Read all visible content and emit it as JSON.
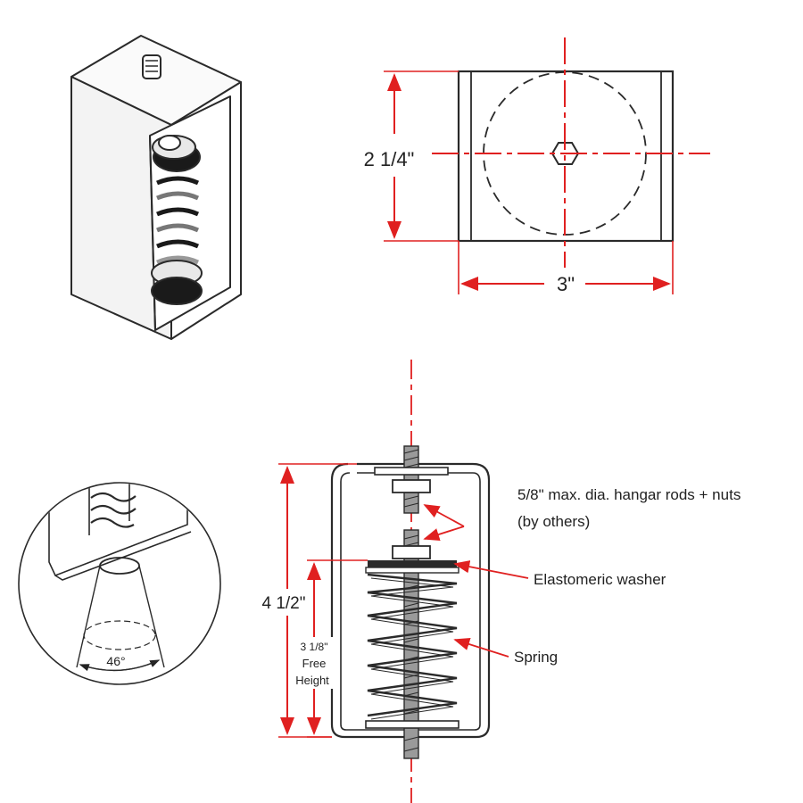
{
  "top_view": {
    "height_dim": "2 1/4\"",
    "width_dim": "3\""
  },
  "section_view": {
    "overall_height": "4 1/2\"",
    "free_height_line1": "3 1/8\"",
    "free_height_line2": "Free",
    "free_height_line3": "Height"
  },
  "callouts": {
    "rods_line1": "5/8\" max. dia. hangar rods + nuts",
    "rods_line2": "(by others)",
    "washer": "Elastomeric washer",
    "spring": "Spring"
  },
  "detail_view": {
    "angle": "46°"
  },
  "colors": {
    "dimension": "#e02020",
    "outline": "#2a2a2a"
  }
}
